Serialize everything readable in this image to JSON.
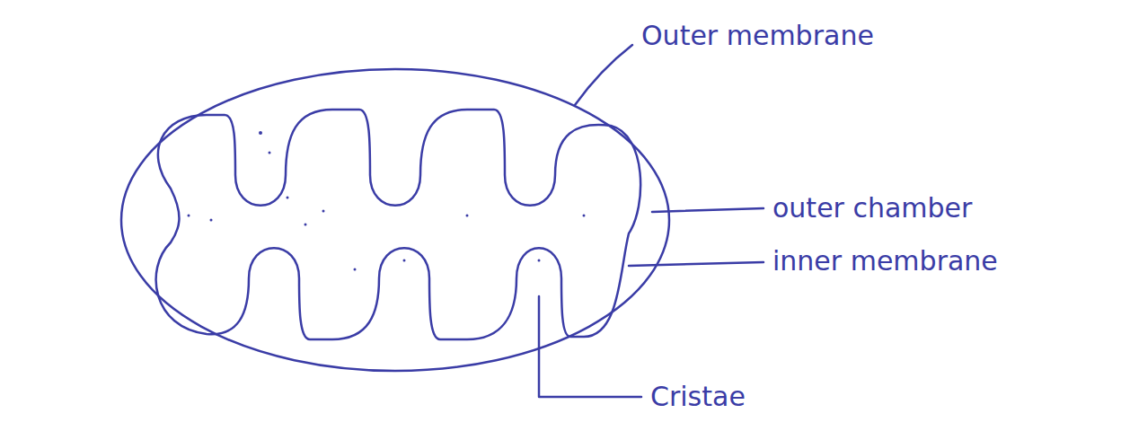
{
  "diagram": {
    "labels": [
      "Outer membrane",
      "outer chamber",
      "inner membrane",
      "Cristae"
    ]
  }
}
